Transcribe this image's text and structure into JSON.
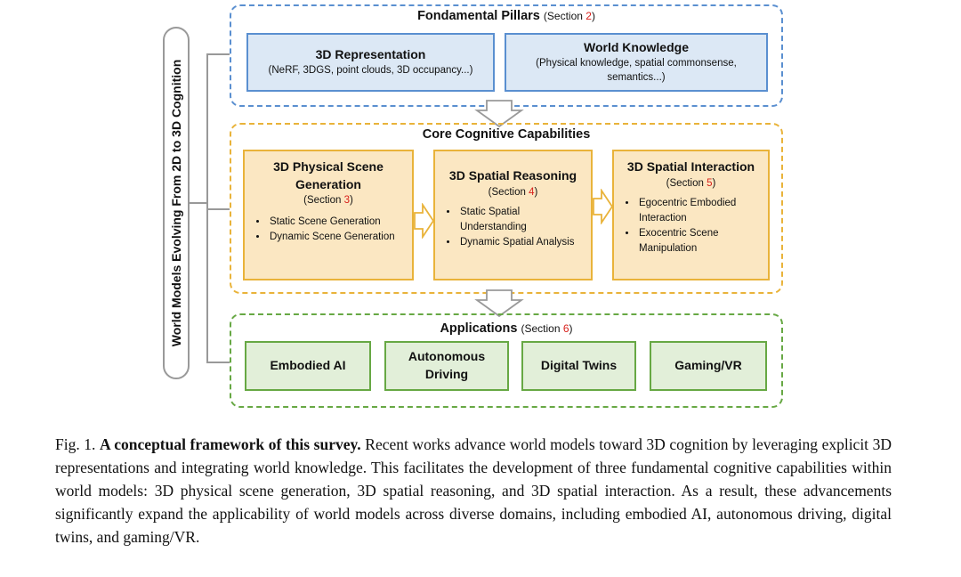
{
  "side_label": "World Models Evolving From 2D to 3D Cognition",
  "pillars": {
    "title": "Fondamental Pillars",
    "section_prefix": "(Section ",
    "section_num": "2",
    "section_suffix": ")",
    "boxes": [
      {
        "title": "3D Representation",
        "subtitle": "(NeRF, 3DGS, point clouds, 3D occupancy...)"
      },
      {
        "title": "World Knowledge",
        "subtitle": "(Physical knowledge, spatial commonsense, semantics...)"
      }
    ]
  },
  "core": {
    "title": "Core Cognitive Capabilities",
    "boxes": [
      {
        "title": "3D Physical Scene Generation",
        "section_prefix": "(Section ",
        "section_num": "3",
        "section_suffix": ")",
        "bullets": [
          "Static Scene Generation",
          "Dynamic Scene Generation"
        ]
      },
      {
        "title": "3D Spatial Reasoning",
        "section_prefix": "(Section ",
        "section_num": "4",
        "section_suffix": ")",
        "bullets": [
          "Static Spatial Understanding",
          "Dynamic Spatial Analysis"
        ]
      },
      {
        "title": "3D Spatial Interaction",
        "section_prefix": "(Section ",
        "section_num": "5",
        "section_suffix": ")",
        "bullets": [
          "Egocentric Embodied Interaction",
          "Exocentric Scene Manipulation"
        ]
      }
    ]
  },
  "applications": {
    "title": "Applications",
    "section_prefix": "(Section ",
    "section_num": "6",
    "section_suffix": ")",
    "boxes": [
      "Embodied AI",
      "Autonomous Driving",
      "Digital Twins",
      "Gaming/VR"
    ]
  },
  "caption": {
    "label": "Fig. 1.",
    "bold": "A conceptual framework of this survey.",
    "text": "Recent works advance world models toward 3D cognition by leveraging explicit 3D representations and integrating world knowledge. This facilitates the development of three fundamental cognitive capabilities within world models: 3D physical scene generation, 3D spatial reasoning, and 3D spatial interaction. As a result, these advancements significantly expand the applicability of world models across diverse domains, including embodied AI, autonomous driving, digital twins, and gaming/VR."
  },
  "colors": {
    "blue": "#5a8fd0",
    "orange": "#e9b33a",
    "green": "#67a844",
    "section_red": "#d8201b"
  }
}
